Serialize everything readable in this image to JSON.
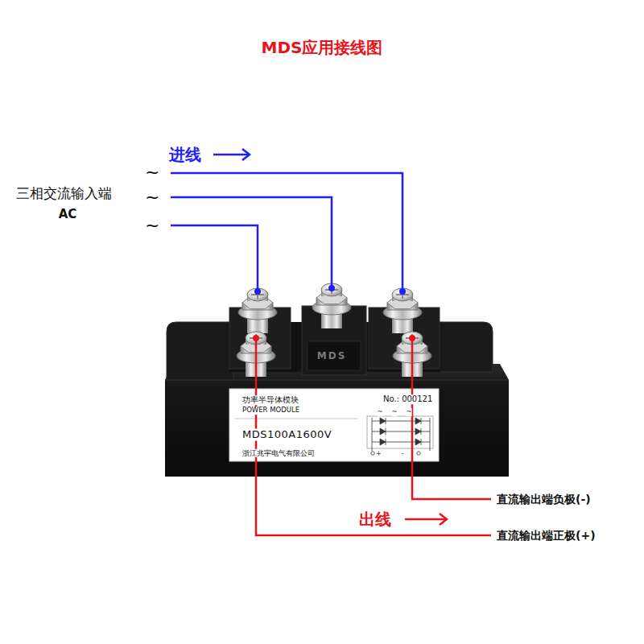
{
  "diagram": {
    "title": "MDS应用接线图",
    "nodes": [
      {
        "text": [
          "功率半导体模块",
          "POWER MODULE",
          "No.: 000121",
          "MDS100A1600V",
          "浙江兆宇电气有限公司"
        ]
      }
    ],
    "labels": [
      "三相交流输入端",
      "AC",
      "~",
      "~",
      "~",
      "进线",
      "MDS",
      "~",
      "~",
      "~",
      "+",
      "-",
      "出线",
      "直流输出端负极(-)",
      "直流输出端正极(+)"
    ]
  }
}
